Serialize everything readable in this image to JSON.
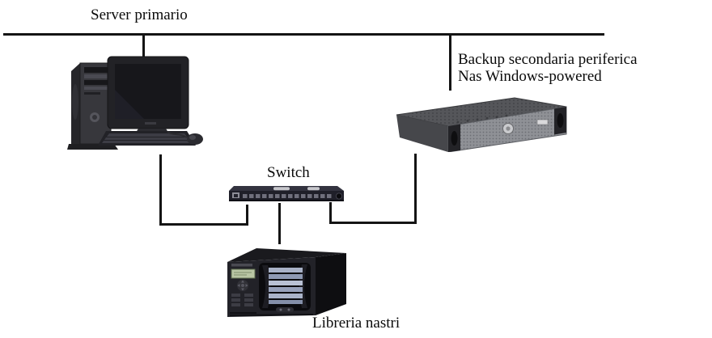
{
  "diagram_type": "network-backup-topology",
  "colors": {
    "background": "#ffffff",
    "connector_line": "#141414",
    "label_text": "#0a0a0a"
  },
  "nodes": {
    "server": {
      "label": "Server primario",
      "device": "desktop-computer"
    },
    "nas": {
      "label_line1": "Backup secondaria periferica",
      "label_line2": "Nas Windows-powered",
      "device": "rackmount-nas"
    },
    "switch": {
      "label": "Switch",
      "device": "network-switch"
    },
    "tape": {
      "label": "Libreria nastri",
      "device": "tape-library"
    }
  },
  "connections": [
    {
      "from": "top-bus",
      "to": "server"
    },
    {
      "from": "top-bus",
      "to": "nas-label-area"
    },
    {
      "from": "server",
      "to": "switch"
    },
    {
      "from": "nas",
      "to": "switch"
    },
    {
      "from": "switch",
      "to": "tape"
    }
  ]
}
